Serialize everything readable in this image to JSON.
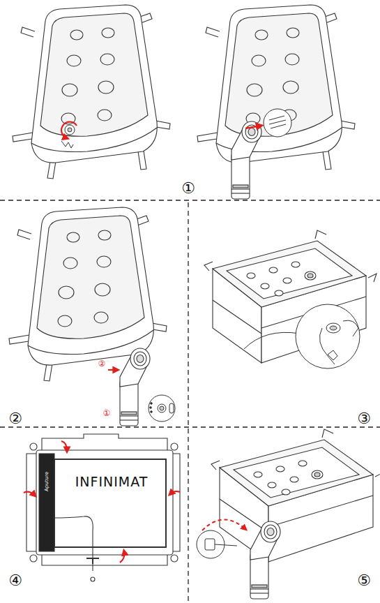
{
  "diagram": {
    "labels": [
      "①",
      "②",
      "①",
      "②",
      "③",
      "Aputure",
      "INFINIMAT",
      "④",
      "⑤"
    ]
  }
}
